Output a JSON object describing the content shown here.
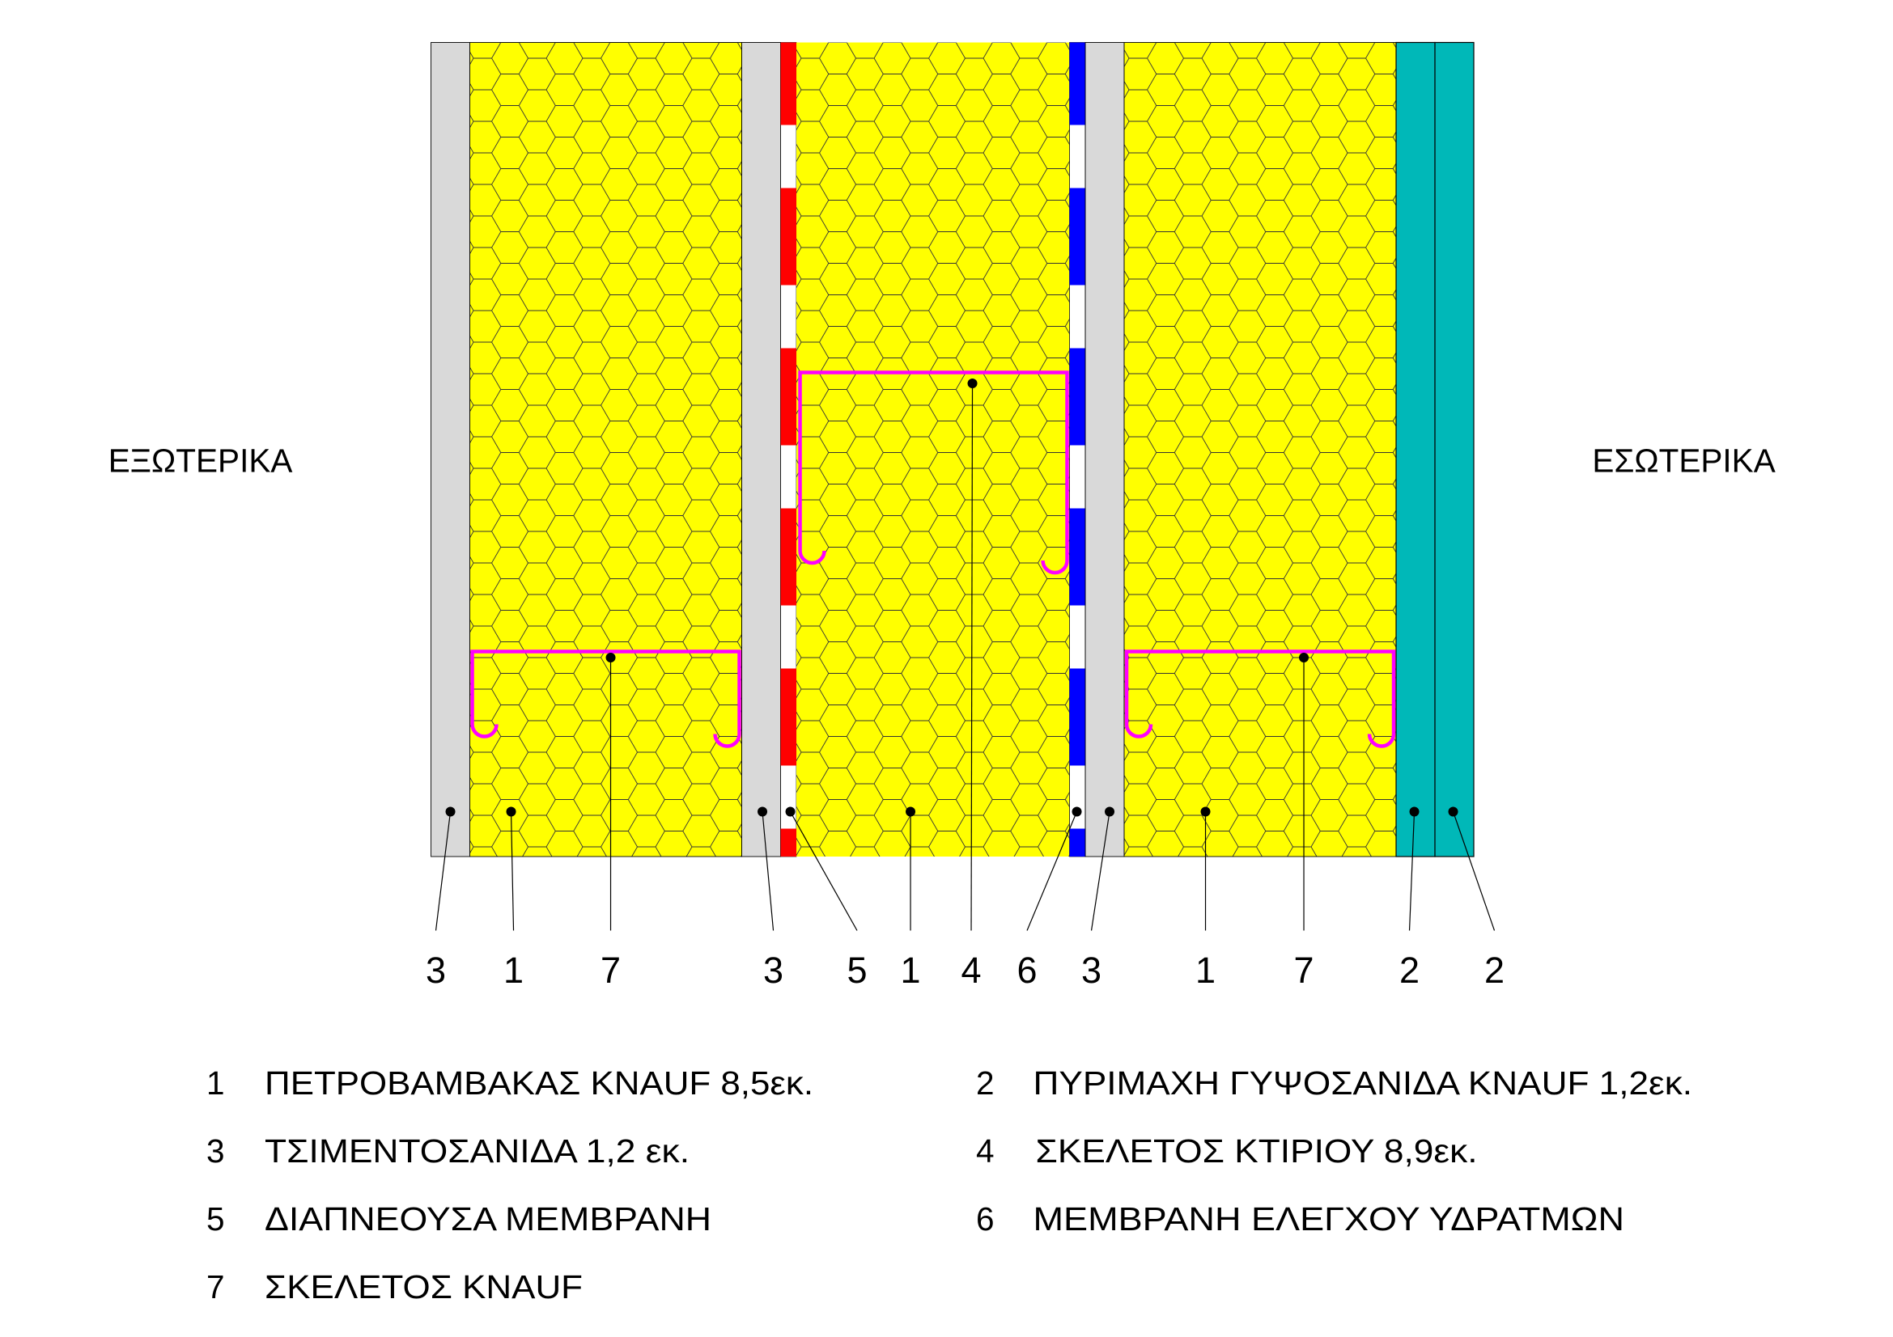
{
  "side_labels": {
    "exterior": "ΕΞΩΤΕΡΙΚΑ",
    "interior": "ΕΣΩΤΕΡΙΚΑ"
  },
  "callouts": [
    "3",
    "1",
    "7",
    "3",
    "5",
    "1",
    "4",
    "6",
    "3",
    "1",
    "7",
    "2",
    "2"
  ],
  "legend": [
    {
      "num": "1",
      "text": "ΠΕΤΡΟΒΑΜΒΑΚΑΣ KNAUF 8,5εκ."
    },
    {
      "num": "2",
      "text": "ΠΥΡΙΜΑΧΗ ΓΥΨΟΣΑΝΙΔΑ KNAUF 1,2εκ."
    },
    {
      "num": "3",
      "text": "ΤΣΙΜΕΝΤΟΣΑΝΙΔΑ 1,2 εκ."
    },
    {
      "num": "4",
      "text": "ΣΚΕΛΕΤΟΣ ΚΤΙΡΙΟΥ 8,9εκ."
    },
    {
      "num": "5",
      "text": "ΔΙΑΠΝΕΟΥΣΑ ΜΕΜΒΡΑΝΗ"
    },
    {
      "num": "6",
      "text": "ΜΕΜΒΡΑΝΗ ΕΛΕΓΧΟΥ ΥΔΡΑΤΜΩΝ"
    },
    {
      "num": "7",
      "text": "ΣΚΕΛΕΤΟΣ KNAUF"
    }
  ],
  "colors": {
    "insulation": "#ffff00",
    "cement_board": "#d9d9d9",
    "gypsum_board": "#00b8b8",
    "breather_membrane": "#ff0000",
    "vapour_membrane": "#0000ff",
    "frame": "#ff00ff"
  }
}
